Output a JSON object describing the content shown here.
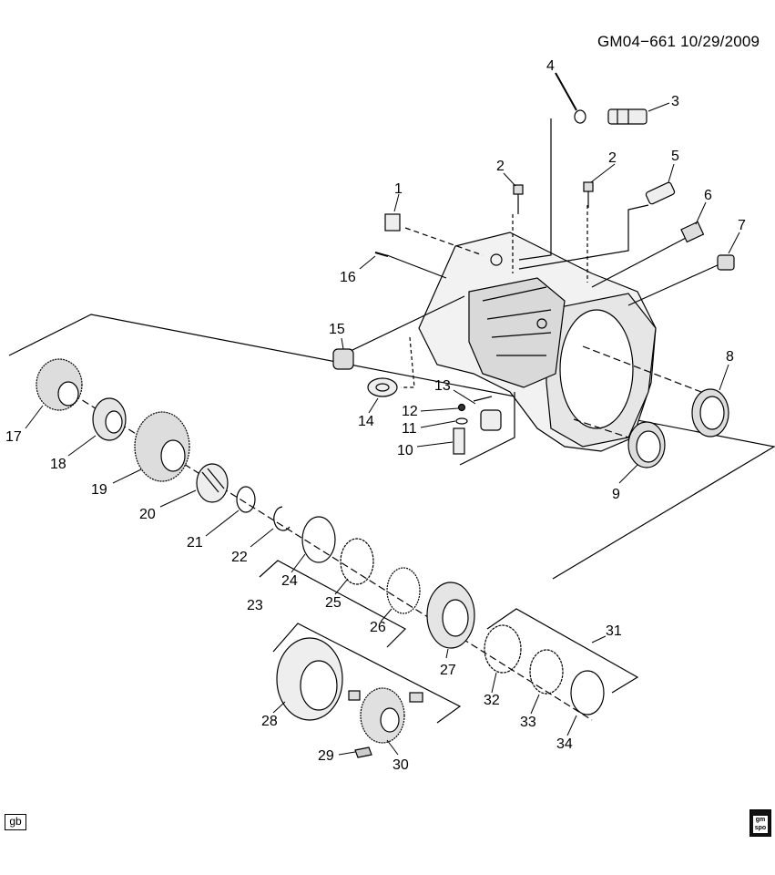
{
  "header": {
    "reference": "GM04−661  10/29/2009"
  },
  "callouts": [
    "1",
    "2",
    "2",
    "3",
    "4",
    "5",
    "6",
    "7",
    "8",
    "9",
    "10",
    "11",
    "12",
    "13",
    "14",
    "15",
    "16",
    "17",
    "18",
    "19",
    "20",
    "21",
    "22",
    "23",
    "24",
    "25",
    "26",
    "27",
    "28",
    "29",
    "30",
    "31",
    "32",
    "33",
    "34"
  ],
  "footer": {
    "badge": "gb",
    "logo_top": "gm",
    "logo_bottom": "spo"
  }
}
